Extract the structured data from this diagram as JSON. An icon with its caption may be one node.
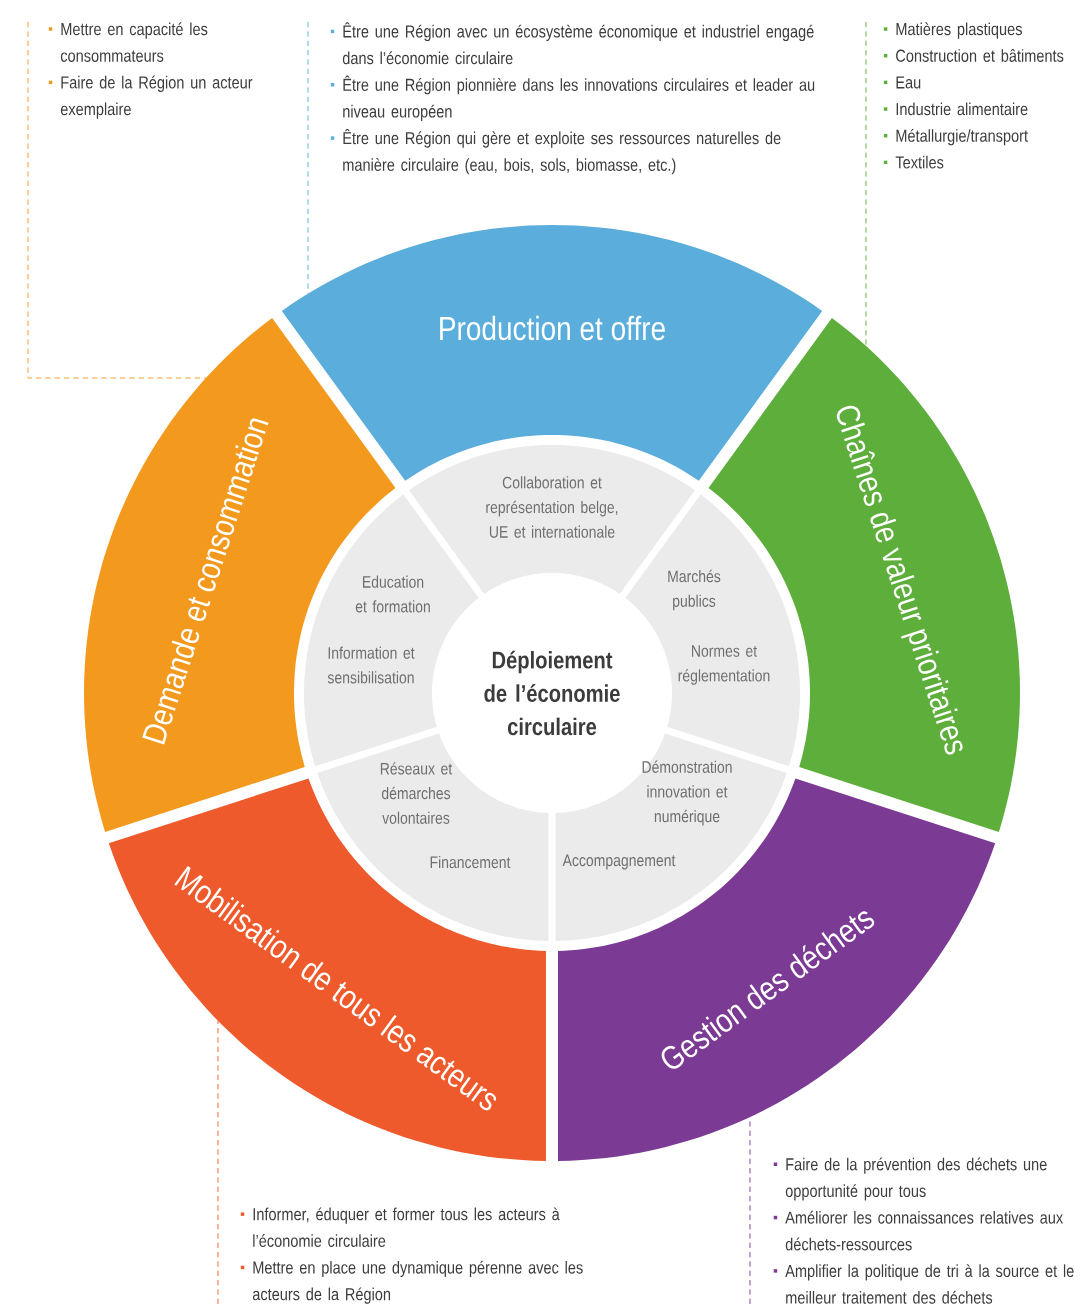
{
  "diagram": {
    "nodes": [
      {
        "text": [
          "Mettre en capacité les consommateurs",
          "Faire de la Région un acteur exemplaire"
        ]
      },
      {
        "text": [
          "Être une Région avec un écosystème économique et industriel engagé dans l’économie circulaire",
          "Être une Région pionnière dans les innovations circulaires et leader au niveau européen",
          "Être une Région qui gère et exploite ses ressources naturelles de manière circulaire (eau, bois, sols, biomasse, etc.)"
        ]
      },
      {
        "text": [
          "Matières plastiques",
          "Construction et bâtiments",
          "Eau",
          "Industrie alimentaire",
          "Métallurgie/transport",
          "Textiles"
        ]
      },
      {
        "text": [
          "Production et offre"
        ]
      },
      {
        "text": [
          "Demande et consommation"
        ]
      },
      {
        "text": [
          "Chaînes de valeur prioritaires"
        ]
      },
      {
        "text": [
          "Mobilisation de tous les acteurs"
        ]
      },
      {
        "text": [
          "Gestion des déchets"
        ]
      },
      {
        "text": [
          "Collaboration et représentation belge, UE et internationale"
        ]
      },
      {
        "text": [
          "Education et formation",
          "Information et sensibilisation"
        ]
      },
      {
        "text": [
          "Marchés publics",
          "Normes et réglementation"
        ]
      },
      {
        "text": [
          "Réseaux et démarches volontaires",
          "Financement"
        ]
      },
      {
        "text": [
          "Démonstration innovation et numérique",
          "Accompagnement"
        ]
      },
      {
        "text": [
          "Déploiement de l’économie circulaire"
        ]
      },
      {
        "text": [
          "Informer, éduquer et former tous les acteurs à l’économie circulaire",
          "Mettre en place une dynamique pérenne avec les acteurs de la Région"
        ]
      },
      {
        "text": [
          "Faire de la prévention des déchets une opportunité pour tous",
          "Améliorer les connaissances relatives aux déchets-ressources",
          "Amplifier la politique de tri à la source et le meilleur traitement des déchets"
        ]
      }
    ],
    "edges": [
      {
        "from": 0,
        "to": 4,
        "arrow": "none",
        "style": "dashed",
        "color": "#f39a1e"
      },
      {
        "from": 1,
        "to": 3,
        "arrow": "none",
        "style": "dashed",
        "color": "#5baedc"
      },
      {
        "from": 2,
        "to": 5,
        "arrow": "none",
        "style": "dashed",
        "color": "#5dae3b"
      },
      {
        "from": 14,
        "to": 6,
        "arrow": "none",
        "style": "dashed",
        "color": "#ee5a2b"
      },
      {
        "from": 15,
        "to": 7,
        "arrow": "none",
        "style": "dashed",
        "color": "#7b3a93"
      }
    ]
  }
}
